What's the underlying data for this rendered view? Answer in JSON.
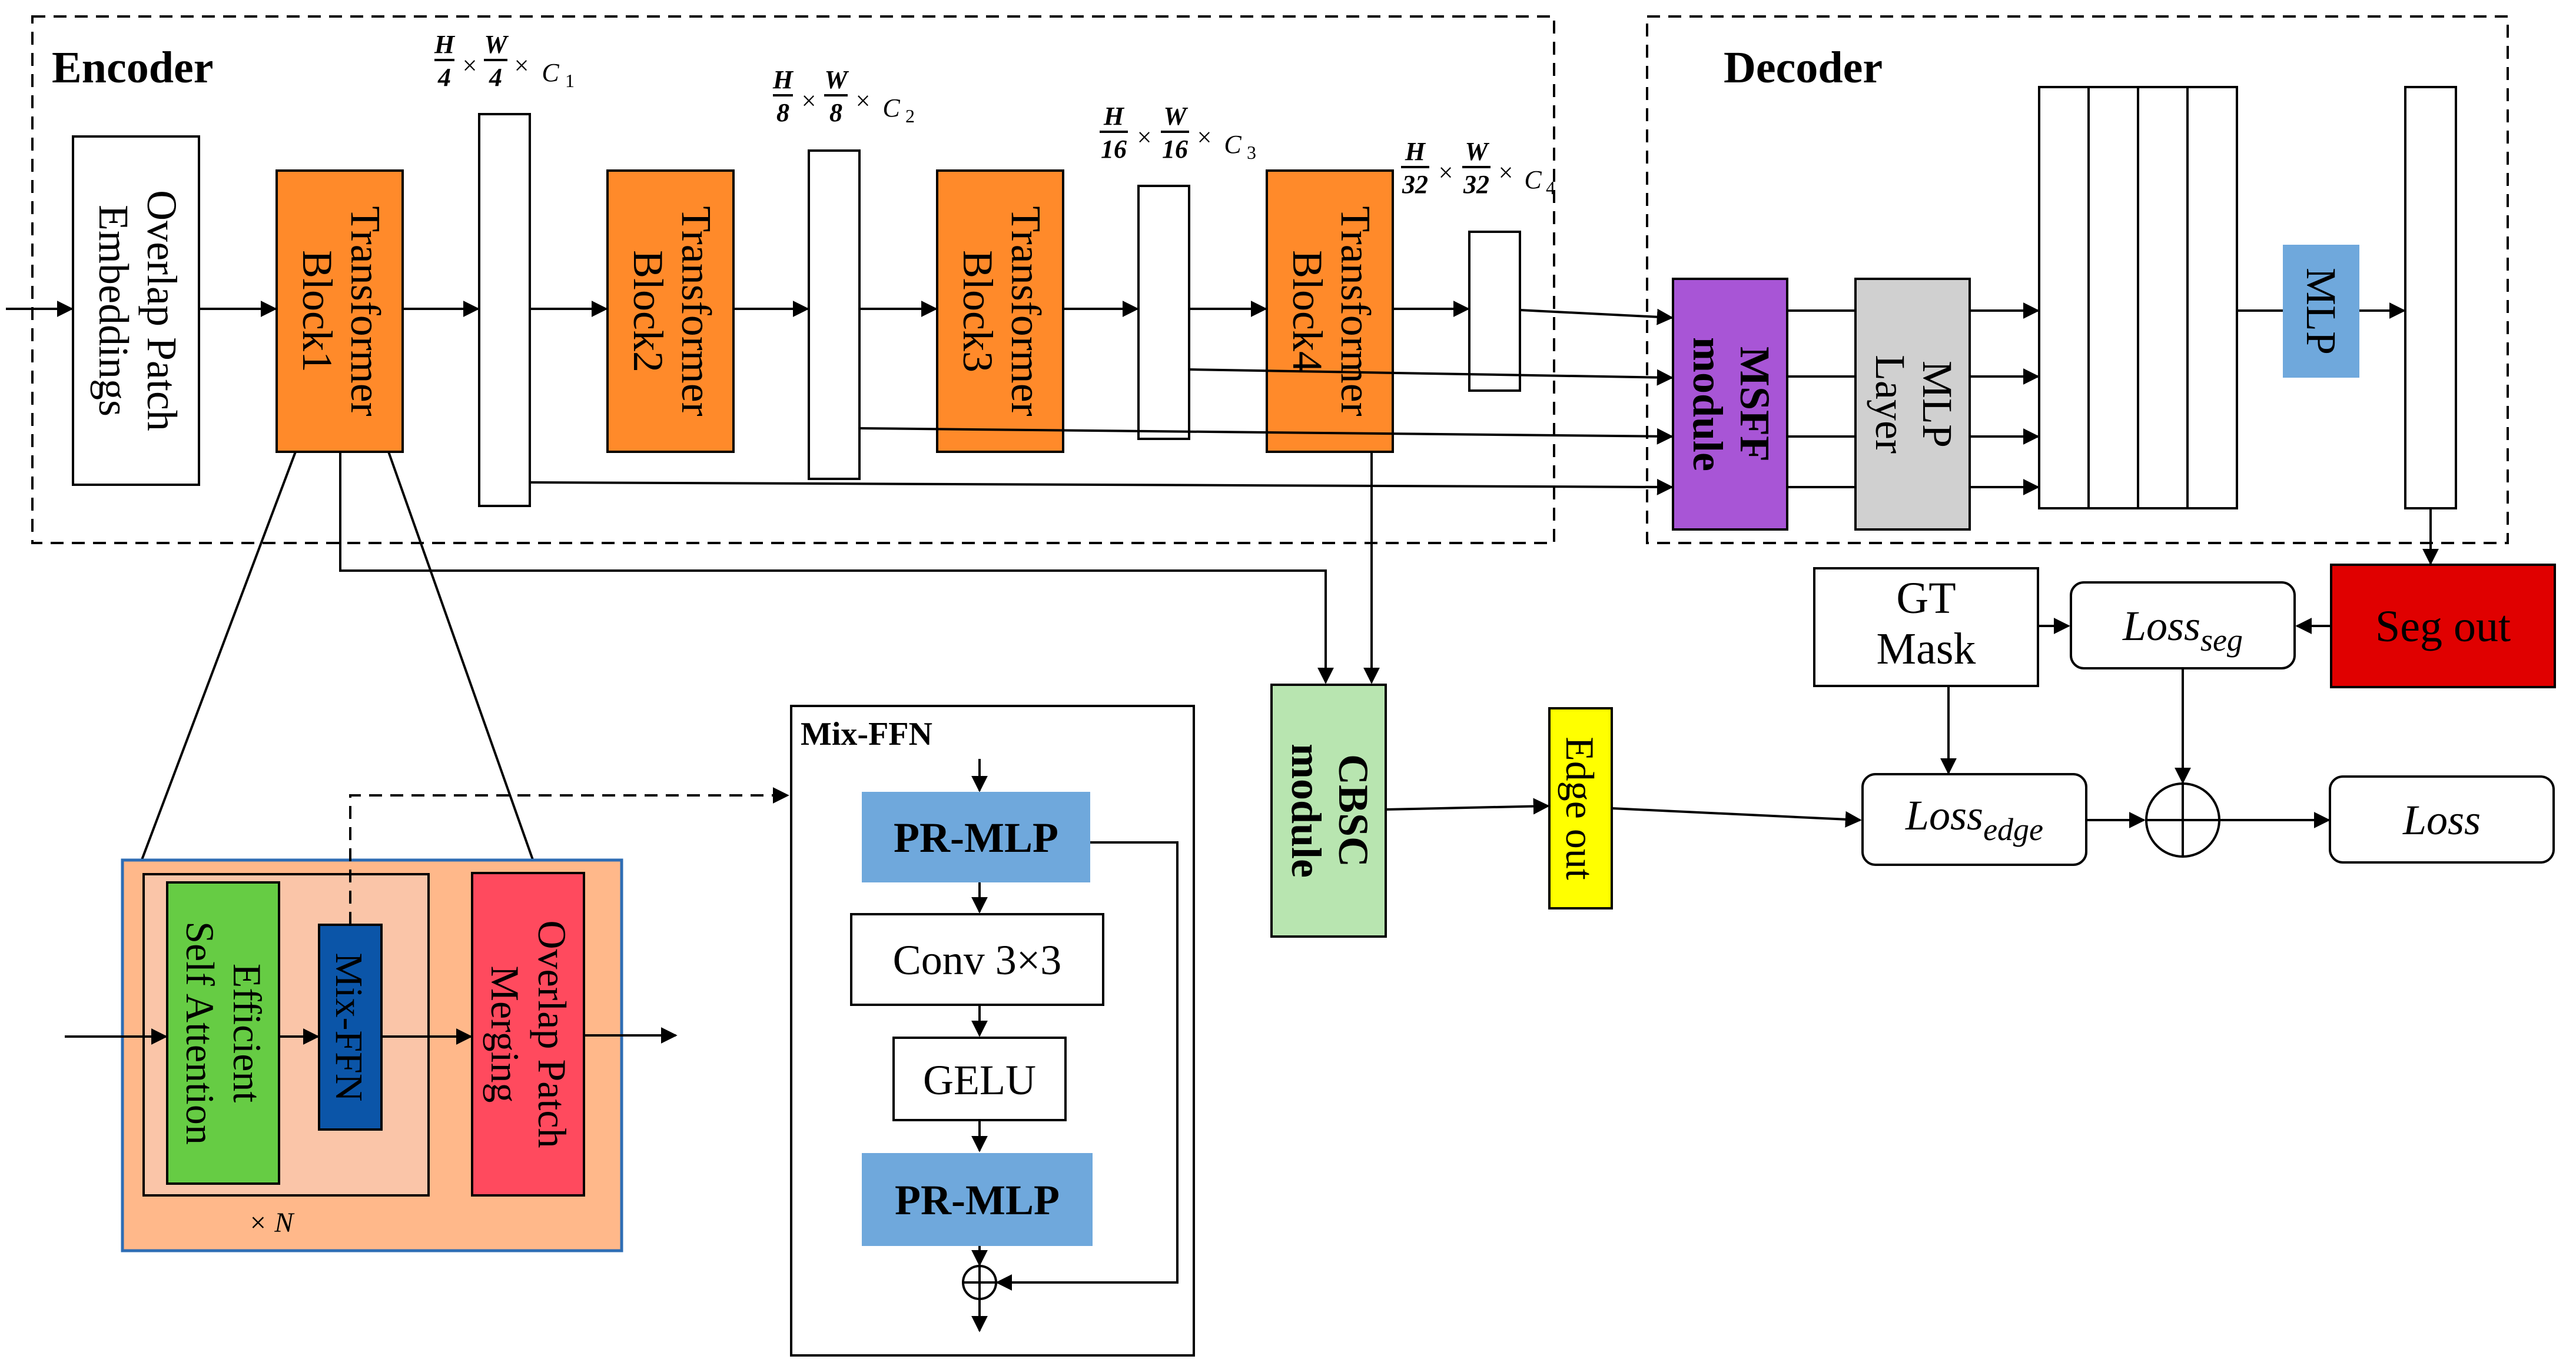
{
  "encoder": {
    "title": "Encoder",
    "patch_embed_line1": "Overlap Patch",
    "patch_embed_line2": "Embeddings",
    "block_word": "Transformer",
    "blocks": [
      "Block1",
      "Block2",
      "Block3",
      "Block4"
    ],
    "stage_dims": [
      {
        "h": "H",
        "hden": "4",
        "w": "W",
        "wden": "4",
        "c": "C",
        "ci": "1"
      },
      {
        "h": "H",
        "hden": "8",
        "w": "W",
        "wden": "8",
        "c": "C",
        "ci": "2"
      },
      {
        "h": "H",
        "hden": "16",
        "w": "W",
        "wden": "16",
        "c": "C",
        "ci": "3"
      },
      {
        "h": "H",
        "hden": "32",
        "w": "W",
        "wden": "32",
        "c": "C",
        "ci": "4"
      }
    ],
    "times": "×"
  },
  "decoder": {
    "title": "Decoder",
    "msff_line1": "MSFF",
    "msff_line2": "module",
    "mlp_layer_line1": "MLP",
    "mlp_layer_line2": "Layer",
    "mlp": "MLP"
  },
  "outputs": {
    "seg_out": "Seg out",
    "gt_line1": "GT",
    "gt_line2": "Mask",
    "loss_seg_base": "Loss",
    "loss_seg_sub": "seg",
    "loss_edge_base": "Loss",
    "loss_edge_sub": "edge",
    "loss": "Loss",
    "edge_out": "Edge out",
    "cbsc_line1": "CBSC",
    "cbsc_line2": "module"
  },
  "transformer_block_detail": {
    "esa_line1": "Efficient",
    "esa_line2": "Self Attention",
    "mixffn": "Mix-FFN",
    "merge_line1": "Overlap Patch",
    "merge_line2": "Merging",
    "repeat": "× N"
  },
  "mixffn_detail": {
    "title": "Mix-FFN",
    "pr_mlp_top": "PR-MLP",
    "conv": "Conv 3×3",
    "gelu": "GELU",
    "pr_mlp_bottom": "PR-MLP"
  },
  "colors": {
    "transformer_block": "#FF8A2A",
    "msff": "#A855D6",
    "mlp_layer": "#D0D0D0",
    "mlp": "#6FA8DC",
    "seg_out": "#E00000",
    "edge_out": "#FFFF00",
    "cbsc": "#B8E5B0",
    "detail_bg": "#FFB88A",
    "detail_inner": "#FAC5A8",
    "esa": "#66CC44",
    "mixffn_block": "#0B55A8",
    "merge": "#FF4A5E",
    "pr_mlp": "#6FA8DC"
  }
}
